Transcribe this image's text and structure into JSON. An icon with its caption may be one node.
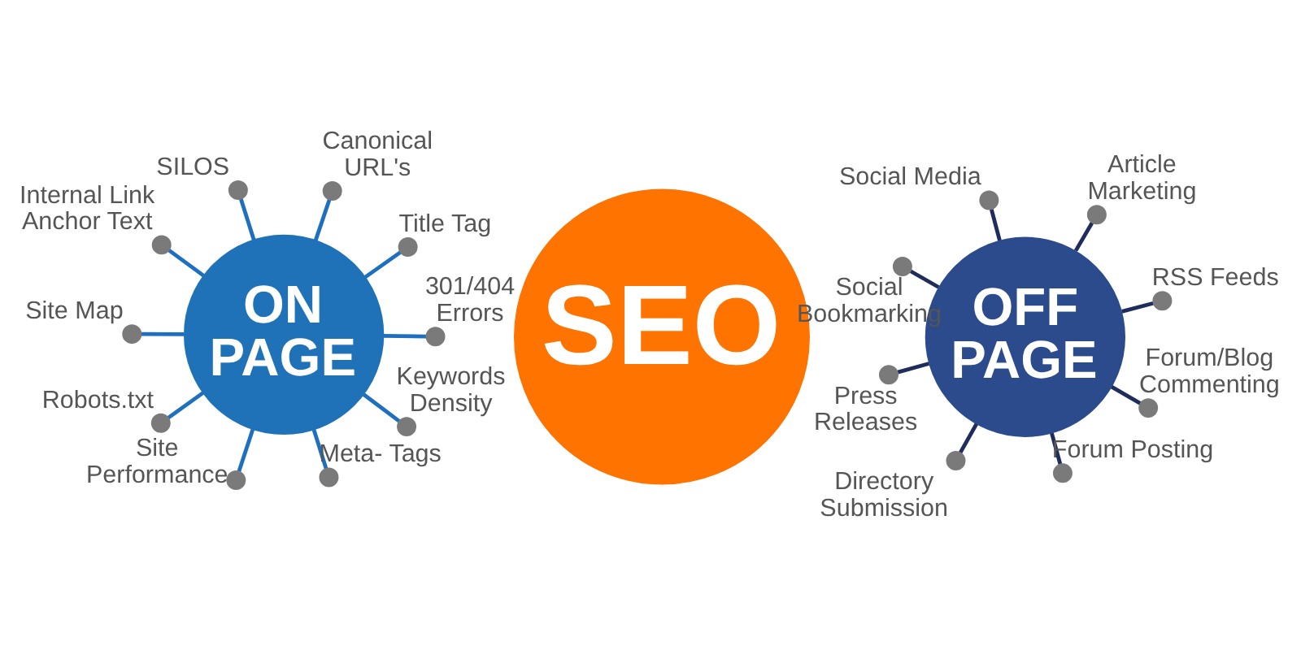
{
  "diagram": {
    "nodes": [
      {
        "text": [
          "ON PAGE"
        ]
      },
      {
        "text": [
          "SEO"
        ]
      },
      {
        "text": [
          "OFF PAGE"
        ]
      },
      {
        "text": [],
        "shape": "circle",
        "beside": [
          "Title Tag"
        ]
      },
      {
        "text": [],
        "shape": "circle",
        "beside": [
          "Site Performance"
        ]
      },
      {
        "text": [],
        "shape": "circle",
        "beside": [
          "SILOS"
        ]
      },
      {
        "text": [],
        "shape": "circle",
        "beside": [
          "Canonical URL's"
        ]
      },
      {
        "text": [],
        "shape": "circle",
        "beside": [
          "Internal Link Anchor Text"
        ]
      },
      {
        "text": [],
        "shape": "circle",
        "beside": [
          "Site Map"
        ]
      },
      {
        "text": [],
        "shape": "circle",
        "beside": [
          "301/404 Errors"
        ]
      },
      {
        "text": [],
        "shape": "circle",
        "beside": [
          "Robots.txt"
        ]
      },
      {
        "text": [],
        "shape": "circle",
        "beside": [
          "Keywords Density"
        ]
      },
      {
        "text": [],
        "shape": "circle",
        "beside": [
          "Meta- Tags"
        ]
      },
      {
        "text": [],
        "shape": "circle",
        "beside": [
          "RSS Feeds"
        ]
      },
      {
        "text": [],
        "shape": "circle",
        "beside": [
          "Directory Submission"
        ]
      },
      {
        "text": [],
        "shape": "circle",
        "beside": [
          "Social Bookmarking"
        ]
      },
      {
        "text": [],
        "shape": "circle",
        "beside": [
          "Article Marketing"
        ]
      },
      {
        "text": [],
        "shape": "circle",
        "beside": [
          "Social Media"
        ]
      },
      {
        "text": [],
        "shape": "circle",
        "beside": [
          "Press Releases"
        ]
      },
      {
        "text": [],
        "shape": "circle",
        "beside": [
          "Forum/Blog Commenting"
        ]
      },
      {
        "text": [],
        "shape": "circle",
        "beside": [
          "Forum Posting"
        ]
      }
    ],
    "edges": [
      {
        "from": 0,
        "to": 3,
        "arrow": "none"
      },
      {
        "from": 0,
        "to": 4,
        "arrow": "none"
      },
      {
        "from": 0,
        "to": 5,
        "arrow": "none"
      },
      {
        "from": 0,
        "to": 6,
        "arrow": "none"
      },
      {
        "from": 0,
        "to": 7,
        "arrow": "none"
      },
      {
        "from": 0,
        "to": 8,
        "arrow": "none"
      },
      {
        "from": 0,
        "to": 9,
        "arrow": "none"
      },
      {
        "from": 0,
        "to": 10,
        "arrow": "none"
      },
      {
        "from": 0,
        "to": 11,
        "arrow": "none"
      },
      {
        "from": 0,
        "to": 12,
        "arrow": "none"
      },
      {
        "from": 2,
        "to": 13,
        "arrow": "none",
        "color": "#1f2d5c"
      },
      {
        "from": 2,
        "to": 14,
        "arrow": "none",
        "color": "#1f2d5c"
      },
      {
        "from": 2,
        "to": 15,
        "arrow": "none",
        "color": "#1f2d5c"
      },
      {
        "from": 2,
        "to": 16,
        "arrow": "none",
        "color": "#1f2d5c"
      },
      {
        "from": 2,
        "to": 17,
        "arrow": "none",
        "color": "#1f2d5c"
      },
      {
        "from": 2,
        "to": 18,
        "arrow": "none",
        "color": "#1f2d5c"
      },
      {
        "from": 2,
        "to": 19,
        "arrow": "none",
        "color": "#1f2d5c"
      },
      {
        "from": 2,
        "to": 20,
        "arrow": "none",
        "color": "#1f2d5c"
      }
    ]
  }
}
